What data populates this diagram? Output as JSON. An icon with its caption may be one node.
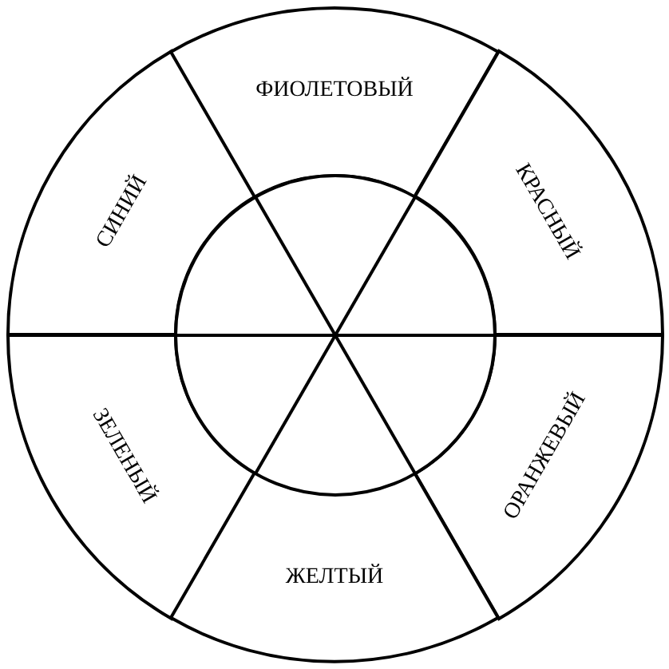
{
  "diagram": {
    "nodes": [
      {
        "text": [
          "СИНИЙ"
        ]
      },
      {
        "text": [
          "ФИОЛЕТОВЫЙ"
        ]
      },
      {
        "text": [
          "КРАСНЫЙ"
        ]
      },
      {
        "text": [
          "ЗЕЛЕНЫЙ"
        ]
      },
      {
        "text": [
          "ОРАНЖЕВЫЙ"
        ]
      },
      {
        "text": [
          "ЖЕЛТЫЙ"
        ]
      },
      {
        "text": [],
        "shape": "circle"
      }
    ]
  }
}
